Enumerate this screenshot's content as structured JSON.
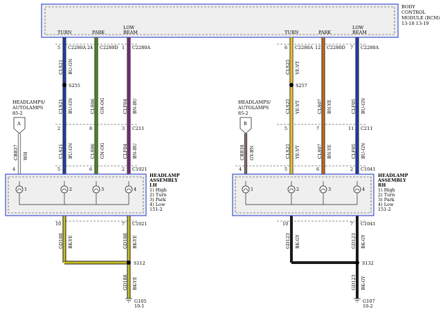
{
  "bcm": {
    "title_lines": [
      "BODY",
      "CONTROL",
      "MODULE (BCM)",
      "13-18  13-19"
    ],
    "pin_labels": [
      "TURN",
      "PARK",
      "LOW",
      "BEAM",
      "TURN",
      "PARK",
      "LOW",
      "BEAM"
    ]
  },
  "left": {
    "bcm_pins": [
      {
        "num": "5",
        "conn": "C2280A"
      },
      {
        "num": "24",
        "conn": "C2280D"
      },
      {
        "num": "1",
        "conn": "C2280A"
      }
    ],
    "splice_top": "S255",
    "wires_top": [
      {
        "circuit": "CLS21",
        "color": "BU-GN"
      },
      {
        "circuit": "CLS21",
        "color": "BU-GN"
      },
      {
        "circuit": "CLS06",
        "color": "GN-OG"
      },
      {
        "circuit": "CLF04",
        "color": "BN-BU"
      }
    ],
    "c211_pins": [
      "2",
      "8",
      "3"
    ],
    "c211_label": "C211",
    "wires_mid": [
      {
        "circuit": "CLS21",
        "color": "BU-GN"
      },
      {
        "circuit": "CLS06",
        "color": "GN-OG"
      },
      {
        "circuit": "CLF04",
        "color": "BN-BU"
      }
    ],
    "ref_lines": [
      "HEADLAMPS/",
      "AUTOLAMPS",
      "85-2"
    ],
    "ref_letter": "A",
    "extra_wire": {
      "circuit": "CBB37",
      "color": "WH"
    },
    "lamp_pins": [
      "4",
      "5",
      "6",
      "2"
    ],
    "lamp_conn": "C1021",
    "assembly_lines": [
      "HEADLAMP",
      "ASSEMBLY",
      "LH",
      "1) High",
      "2) Turn",
      "3) Park",
      "4) Low",
      "151-2"
    ],
    "lamp_numbers": [
      "1",
      "2",
      "3",
      "4"
    ],
    "ground_pins": [
      "10",
      "7"
    ],
    "ground_conn": "C1021",
    "ground_wires": [
      {
        "circuit": "GD188",
        "color": "BK-YE"
      },
      {
        "circuit": "GD188",
        "color": "BK-YE"
      },
      {
        "circuit": "GD188",
        "color": "BK-YE"
      }
    ],
    "splice_ground": "S112",
    "ground_label": [
      "G105",
      "10-1"
    ]
  },
  "right": {
    "bcm_pins": [
      {
        "num": "6",
        "conn": "C2280A"
      },
      {
        "num": "12",
        "conn": "C2280D"
      },
      {
        "num": "7",
        "conn": "C2280A"
      }
    ],
    "splice_top": "S257",
    "wires_top": [
      {
        "circuit": "CLS25",
        "color": "YE-VT"
      },
      {
        "circuit": "CLS25",
        "color": "YE-VT"
      },
      {
        "circuit": "CLS07",
        "color": "BN-YE"
      },
      {
        "circuit": "CLF05",
        "color": "BU-GN"
      }
    ],
    "c211_pins": [
      "5",
      "7",
      "11"
    ],
    "c211_label": "C211",
    "wires_mid": [
      {
        "circuit": "CLS25",
        "color": "YE-VT"
      },
      {
        "circuit": "CLS07",
        "color": "BN-YE"
      },
      {
        "circuit": "CLF05",
        "color": "BU-GN"
      }
    ],
    "ref_lines": [
      "HEADLAMPS/",
      "AUTOLAMPS",
      "85-2"
    ],
    "ref_letter": "B",
    "extra_wire": {
      "circuit": "CBB38",
      "color": "GY-BN"
    },
    "lamp_pins": [
      "4",
      "5",
      "6",
      "2"
    ],
    "lamp_conn": "C1041",
    "assembly_lines": [
      "HEADLAMP",
      "ASSEMBLY",
      "RH",
      "1) High",
      "2) Turn",
      "3) Park",
      "4) Low",
      "151-2"
    ],
    "lamp_numbers": [
      "1",
      "2",
      "3",
      "4"
    ],
    "ground_pins": [
      "10",
      "7"
    ],
    "ground_conn": "C1041",
    "ground_wires": [
      {
        "circuit": "GD123",
        "color": "BK-GY"
      },
      {
        "circuit": "GD123",
        "color": "BK-GY"
      },
      {
        "circuit": "GD123",
        "color": "BK-GY"
      }
    ],
    "splice_ground": "S132",
    "ground_label": [
      "G107",
      "10-2"
    ]
  },
  "colors": {
    "blue": "#1f3ea8",
    "green": "#4f8a1e",
    "purple": "#7a2b78",
    "yellow": "#e6c02a",
    "orange": "#c46a1c",
    "white": "#f4f4f4",
    "graybrown": "#8a6e6a",
    "blackyellow": "#c9c226",
    "black": "#1a1a1a",
    "box_outline": "#3b4fd0"
  }
}
